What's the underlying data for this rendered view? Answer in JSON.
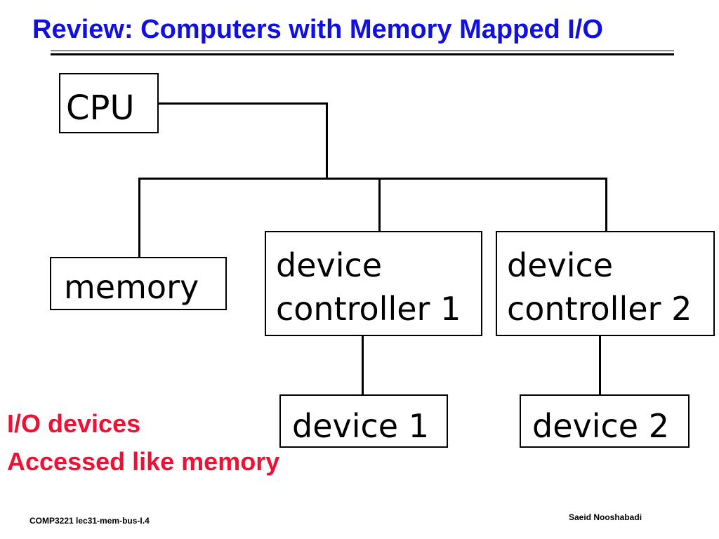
{
  "slide": {
    "title": "Review: Computers with Memory Mapped I/O",
    "notes": [
      "I/O devices",
      "Accessed like memory"
    ],
    "footer_left": "COMP3221  lec31-mem-bus-I.4",
    "footer_right": "Saeid Nooshabadi"
  },
  "diagram": {
    "nodes": {
      "cpu": "CPU",
      "memory": "memory",
      "controller1": [
        "device",
        "controller 1"
      ],
      "controller2": [
        "device",
        "controller 2"
      ],
      "device1": "device 1",
      "device2": "device 2"
    },
    "edges": [
      [
        "cpu",
        "bus"
      ],
      [
        "bus",
        "memory"
      ],
      [
        "bus",
        "controller1"
      ],
      [
        "bus",
        "controller2"
      ],
      [
        "controller1",
        "device1"
      ],
      [
        "controller2",
        "device2"
      ]
    ]
  },
  "colors": {
    "title": "#1010e0",
    "notes": "#ee1133",
    "lines": "#000000"
  }
}
